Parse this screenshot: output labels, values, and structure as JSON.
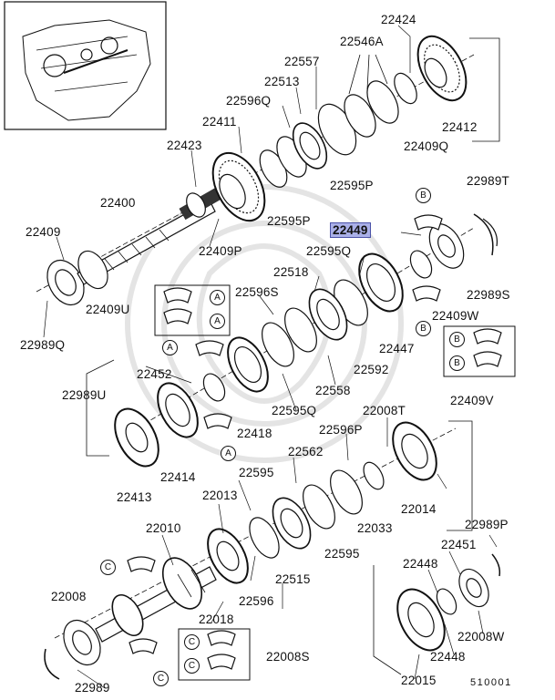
{
  "highlighted_part": "22449",
  "diagram_code": "510001",
  "labels": [
    {
      "id": "22424",
      "text": "22424"
    },
    {
      "id": "22546A",
      "text": "22546A"
    },
    {
      "id": "22557",
      "text": "22557"
    },
    {
      "id": "22513",
      "text": "22513"
    },
    {
      "id": "22596Q",
      "text": "22596Q"
    },
    {
      "id": "22411",
      "text": "22411"
    },
    {
      "id": "22423",
      "text": "22423"
    },
    {
      "id": "22412",
      "text": "22412"
    },
    {
      "id": "22409Q",
      "text": "22409Q"
    },
    {
      "id": "22595P_top",
      "text": "22595P"
    },
    {
      "id": "22595P_mid",
      "text": "22595P"
    },
    {
      "id": "22400",
      "text": "22400"
    },
    {
      "id": "22409",
      "text": "22409"
    },
    {
      "id": "22409P",
      "text": "22409P"
    },
    {
      "id": "22989T",
      "text": "22989T"
    },
    {
      "id": "22449",
      "text": "22449"
    },
    {
      "id": "22595Q_top",
      "text": "22595Q"
    },
    {
      "id": "22518",
      "text": "22518"
    },
    {
      "id": "22596S",
      "text": "22596S"
    },
    {
      "id": "22409U",
      "text": "22409U"
    },
    {
      "id": "22989S",
      "text": "22989S"
    },
    {
      "id": "22409W",
      "text": "22409W"
    },
    {
      "id": "22447",
      "text": "22447"
    },
    {
      "id": "22989Q",
      "text": "22989Q"
    },
    {
      "id": "22592",
      "text": "22592"
    },
    {
      "id": "22452",
      "text": "22452"
    },
    {
      "id": "22558",
      "text": "22558"
    },
    {
      "id": "22989U",
      "text": "22989U"
    },
    {
      "id": "22409V",
      "text": "22409V"
    },
    {
      "id": "22595Q_bot",
      "text": "22595Q"
    },
    {
      "id": "22008T",
      "text": "22008T"
    },
    {
      "id": "22418",
      "text": "22418"
    },
    {
      "id": "22596P",
      "text": "22596P"
    },
    {
      "id": "22562",
      "text": "22562"
    },
    {
      "id": "22414",
      "text": "22414"
    },
    {
      "id": "22595_a",
      "text": "22595"
    },
    {
      "id": "22013",
      "text": "22013"
    },
    {
      "id": "22413",
      "text": "22413"
    },
    {
      "id": "22014",
      "text": "22014"
    },
    {
      "id": "22033",
      "text": "22033"
    },
    {
      "id": "22010",
      "text": "22010"
    },
    {
      "id": "22989P",
      "text": "22989P"
    },
    {
      "id": "22595_b",
      "text": "22595"
    },
    {
      "id": "22451",
      "text": "22451"
    },
    {
      "id": "22515",
      "text": "22515"
    },
    {
      "id": "22448_a",
      "text": "22448"
    },
    {
      "id": "22008",
      "text": "22008"
    },
    {
      "id": "22596",
      "text": "22596"
    },
    {
      "id": "22008W",
      "text": "22008W"
    },
    {
      "id": "22018",
      "text": "22018"
    },
    {
      "id": "22448_b",
      "text": "22448"
    },
    {
      "id": "22008S",
      "text": "22008S"
    },
    {
      "id": "22989",
      "text": "22989"
    },
    {
      "id": "22015",
      "text": "22015"
    }
  ],
  "callouts": [
    "A",
    "B",
    "C"
  ]
}
